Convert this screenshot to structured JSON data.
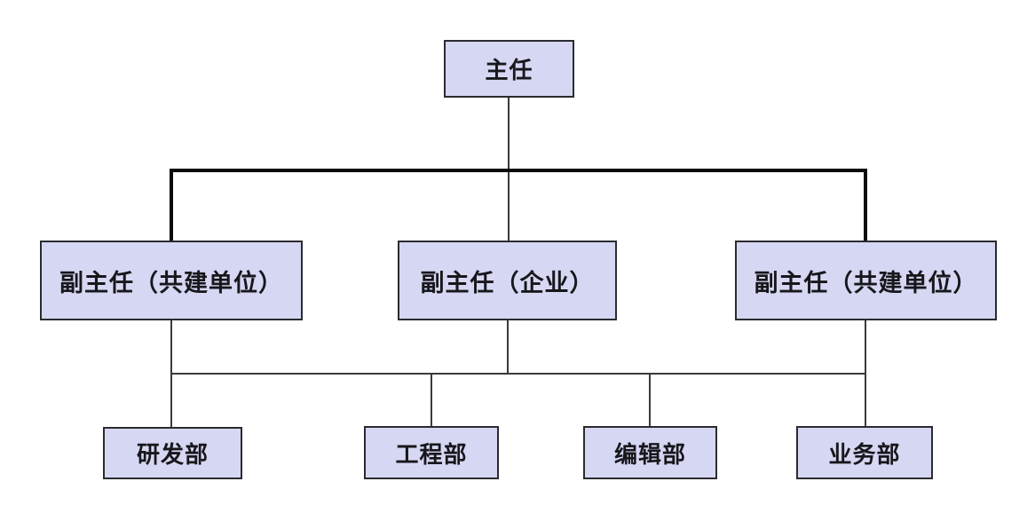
{
  "diagram": {
    "type": "org-chart",
    "background_color": "#ffffff",
    "node_fill_color": "#d6d7f2",
    "node_border_color": "#2b2b30",
    "connector_color": "#3a3a3a",
    "connector_thick_color": "#0b0b0b",
    "root": {
      "label": "主任"
    },
    "level2": [
      {
        "label": "副主任（共建单位）"
      },
      {
        "label": "副主任（企业）"
      },
      {
        "label": "副主任（共建单位）"
      }
    ],
    "level3": [
      {
        "label": "研发部"
      },
      {
        "label": "工程部"
      },
      {
        "label": "编辑部"
      },
      {
        "label": "业务部"
      }
    ]
  }
}
